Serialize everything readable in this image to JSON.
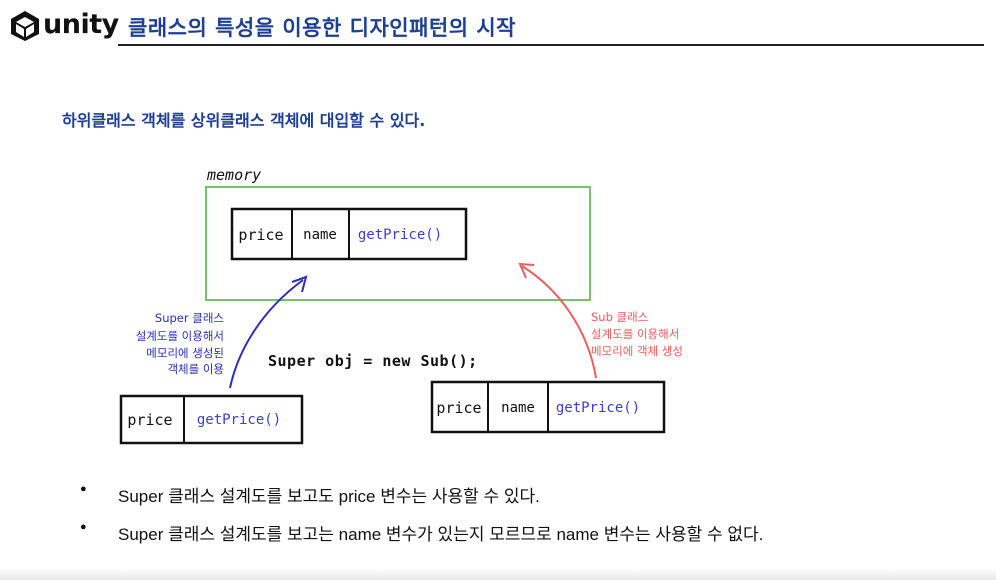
{
  "header": {
    "logo_text": "unity",
    "title": "클래스의 특성을 이용한 디자인패턴의 시작"
  },
  "subtitle": "하위클래스 객체를 상위클래스 객체에 대입할 수 있다.",
  "diagram": {
    "memory_label": "memory",
    "memory_box_fields": [
      "price",
      "name",
      "getPrice()"
    ],
    "super_note": [
      "Super 클래스",
      "설계도를 이용해서",
      "메모리에 생성된",
      "객체를 이용"
    ],
    "sub_note": [
      "Sub 클래스",
      "설계도를 이용해서",
      "메모리에 객체 생성"
    ],
    "code": "Super obj = new Sub();",
    "super_box_fields": [
      "price",
      "getPrice()"
    ],
    "sub_box_fields": [
      "price",
      "name",
      "getPrice()"
    ],
    "colors": {
      "memory_border": "#78c06c",
      "super_arrow": "#2b2fb8",
      "sub_arrow": "#e85f5f",
      "method_text": "#3c3fc8"
    }
  },
  "bullets": [
    "Super 클래스 설계도를 보고도 price 변수는 사용할 수 있다.",
    "Super 클래스 설계도를 보고는 name 변수가 있는지 모르므로 name 변수는 사용할 수 없다."
  ]
}
